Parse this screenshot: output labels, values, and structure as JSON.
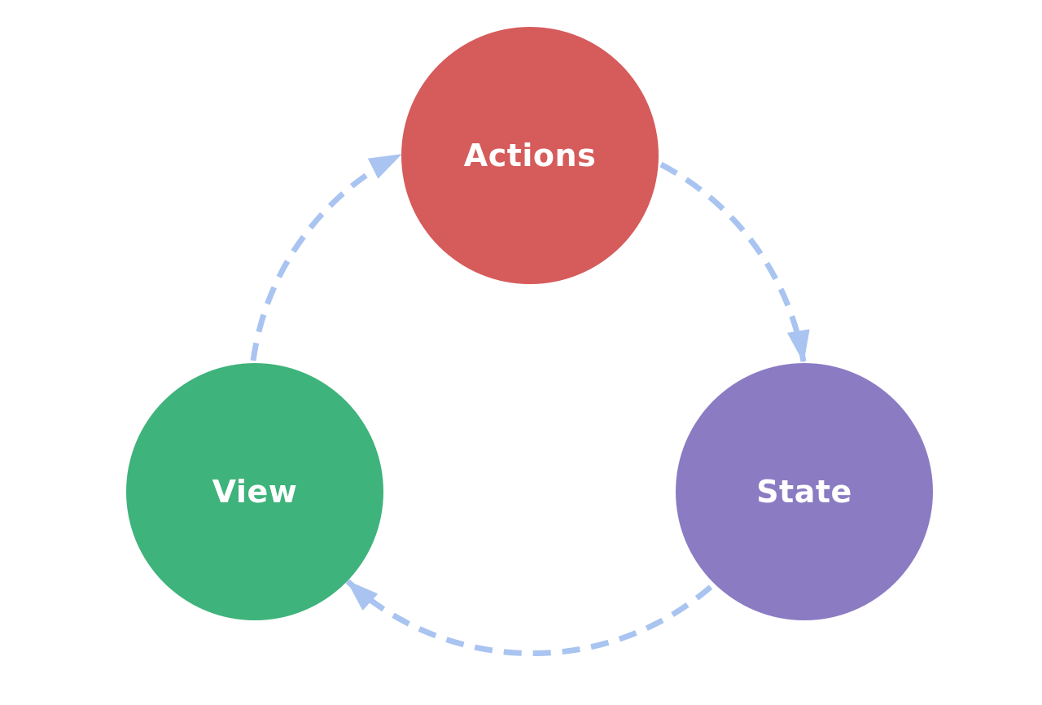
{
  "diagram": {
    "kind": "circular-flow-diagram",
    "nodes": {
      "actions": {
        "label": "Actions",
        "color": "#d65b5b"
      },
      "state": {
        "label": "State",
        "color": "#8b7bc3"
      },
      "view": {
        "label": "View",
        "color": "#3eb37b"
      }
    },
    "edges": [
      {
        "name": "actions-to-state",
        "from": "Actions",
        "to": "State"
      },
      {
        "name": "state-to-view",
        "from": "State",
        "to": "View"
      },
      {
        "name": "view-to-actions",
        "from": "View",
        "to": "Actions"
      }
    ],
    "colors": {
      "arrow": "#a9c4f0",
      "label_text": "#ffffff",
      "background": "#ffffff"
    }
  }
}
